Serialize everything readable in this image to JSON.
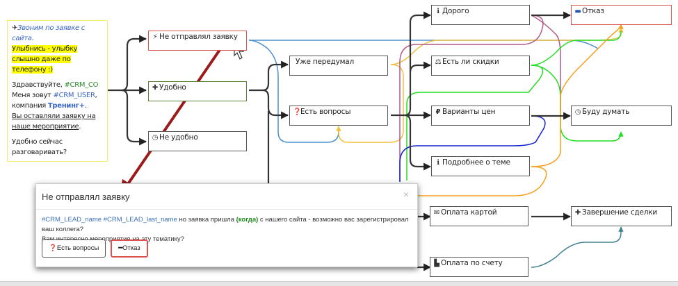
{
  "script_panel": {
    "line1_icon": "plane-icon",
    "line1": "Звоним по заявке с сайта",
    "line1_end": ".",
    "highlight": "Улыбнись - улыбку слышно даже по телефону :)",
    "greeting": "Здравствуйте, ",
    "crm_contact": "#CRM_CO",
    "my_name_is": "Меня зовут ",
    "crm_user": "#CRM_USER",
    "company_pre": ", компания ",
    "company": "Тренинг+",
    "company_end": ".",
    "left_request": "Вы оставляли заявку на наше мероприятие",
    "left_request_end": ".",
    "question": "Удобно сейчас разговаривать?"
  },
  "nodes": [
    {
      "id": "ne-otpravlyal",
      "label": "Не отправлял заявку",
      "icon": "lightning-icon",
      "glyph": "⚡",
      "style": "red"
    },
    {
      "id": "udobno",
      "label": "Удобно",
      "icon": "plus-icon",
      "glyph": "✚",
      "style": "green"
    },
    {
      "id": "ne-udobno",
      "label": "Не удобно",
      "icon": "clock-icon",
      "glyph": "◷",
      "style": "normal"
    },
    {
      "id": "uzhe-peredumal",
      "label": "Уже передумал",
      "icon": "",
      "glyph": "",
      "style": "normal"
    },
    {
      "id": "est-voprosy",
      "label": "Есть вопросы",
      "icon": "question-icon",
      "glyph": "❓",
      "style": "normal"
    },
    {
      "id": "dorogo",
      "label": "Дорого",
      "icon": "info-icon",
      "glyph": "ℹ",
      "style": "normal"
    },
    {
      "id": "est-li-skidki",
      "label": "Есть ли скидки",
      "icon": "discount-icon",
      "glyph": "⚖",
      "style": "normal"
    },
    {
      "id": "varianty-cen",
      "label": "Варианты цен",
      "icon": "ruble-icon",
      "glyph": "₽",
      "style": "normal"
    },
    {
      "id": "podrobnee",
      "label": "Подробнее о теме",
      "icon": "info-icon",
      "glyph": "ℹ",
      "style": "normal"
    },
    {
      "id": "otkaz",
      "label": "Отказ",
      "icon": "minus-icon",
      "glyph": "▬",
      "style": "red"
    },
    {
      "id": "budu-dumat",
      "label": "Буду думать",
      "icon": "clock-icon",
      "glyph": "◷",
      "style": "normal"
    },
    {
      "id": "oplata-kartoy",
      "label": "Оплата картой",
      "icon": "envelope-icon",
      "glyph": "✉",
      "style": "normal"
    },
    {
      "id": "oplata-po-schetu",
      "label": "Оплата по счету",
      "icon": "document-icon",
      "glyph": "▙",
      "style": "normal"
    },
    {
      "id": "zavershenie",
      "label": "Завершение сделки",
      "icon": "plus-icon",
      "glyph": "✚",
      "style": "normal"
    }
  ],
  "modal": {
    "title": "Не отправлял заявку",
    "close": "×",
    "var1": "#CRM_LEAD_name",
    "var2": "#CRM_LEAD_last_name",
    "text1": " но заявка пришла ",
    "when": "(когда)",
    "text2": " с нашего сайта - возможно вас зарегистрировал ваш коллега?",
    "text3": "Вам интересно мероприятие на эту тематику?",
    "buttons": [
      {
        "label": "Есть вопросы",
        "icon": "question-icon",
        "glyph": "❓"
      },
      {
        "label": "Отказ",
        "icon": "minus-icon",
        "glyph": "━"
      }
    ]
  },
  "colors": {
    "connector": "#333333",
    "annotation_arrow": "#9b1b1b",
    "blue_line": "#4a8fd0",
    "yellow_line": "#f0c040",
    "purple_line": "#b05a88",
    "green_line": "#22dd22",
    "navy_line": "#1020cc",
    "orange_line": "#f5a020",
    "teal_line": "#3f8090"
  }
}
